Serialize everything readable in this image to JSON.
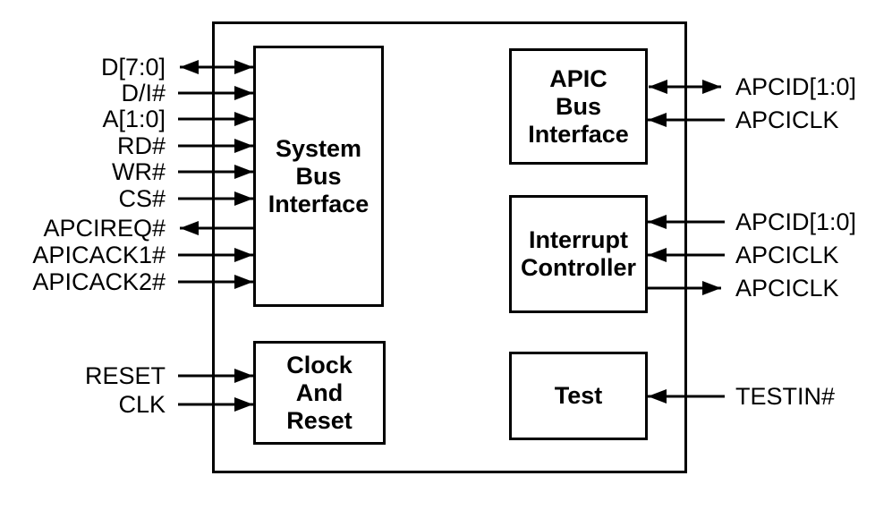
{
  "diagram": {
    "blocks": {
      "system_bus_interface": "System\nBus\nInterface",
      "apic_bus_interface": "APIC\nBus\nInterface",
      "interrupt_controller": "Interrupt\nController",
      "clock_and_reset": "Clock\nAnd\nReset",
      "test": "Test"
    },
    "signals": {
      "left": [
        {
          "label": "D[7:0]",
          "direction": "bidirectional"
        },
        {
          "label": "D/I#",
          "direction": "in"
        },
        {
          "label": "A[1:0]",
          "direction": "in"
        },
        {
          "label": "RD#",
          "direction": "in"
        },
        {
          "label": "WR#",
          "direction": "in"
        },
        {
          "label": "CS#",
          "direction": "in"
        },
        {
          "label": "APCIREQ#",
          "direction": "out"
        },
        {
          "label": "APICACK1#",
          "direction": "in"
        },
        {
          "label": "APICACK2#",
          "direction": "in"
        },
        {
          "label": "RESET",
          "direction": "in"
        },
        {
          "label": "CLK",
          "direction": "in"
        }
      ],
      "right": [
        {
          "label": "APCID[1:0]",
          "direction": "bidirectional"
        },
        {
          "label": "APCICLK",
          "direction": "in"
        },
        {
          "label": "APCID[1:0]",
          "direction": "in"
        },
        {
          "label": "APCICLK",
          "direction": "in"
        },
        {
          "label": "APCICLK",
          "direction": "out"
        },
        {
          "label": "TESTIN#",
          "direction": "in"
        }
      ]
    },
    "colors": {
      "line": "#000000",
      "text": "#000000",
      "background": "#ffffff"
    }
  }
}
